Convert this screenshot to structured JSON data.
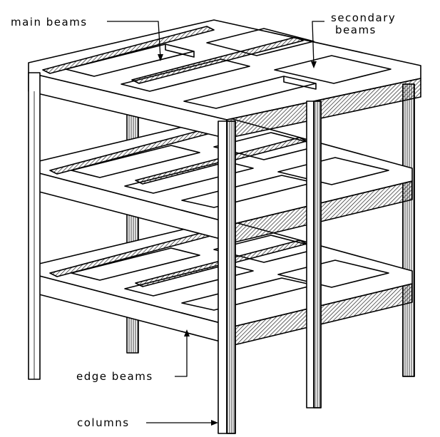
{
  "labels": {
    "main_beams": "main beams",
    "secondary_beams_line1": "secondary",
    "secondary_beams_line2": "beams",
    "edge_beams": "edge beams",
    "columns": "columns"
  },
  "colors": {
    "ink": "#000000",
    "paper": "#ffffff",
    "hatch": "#222222"
  }
}
